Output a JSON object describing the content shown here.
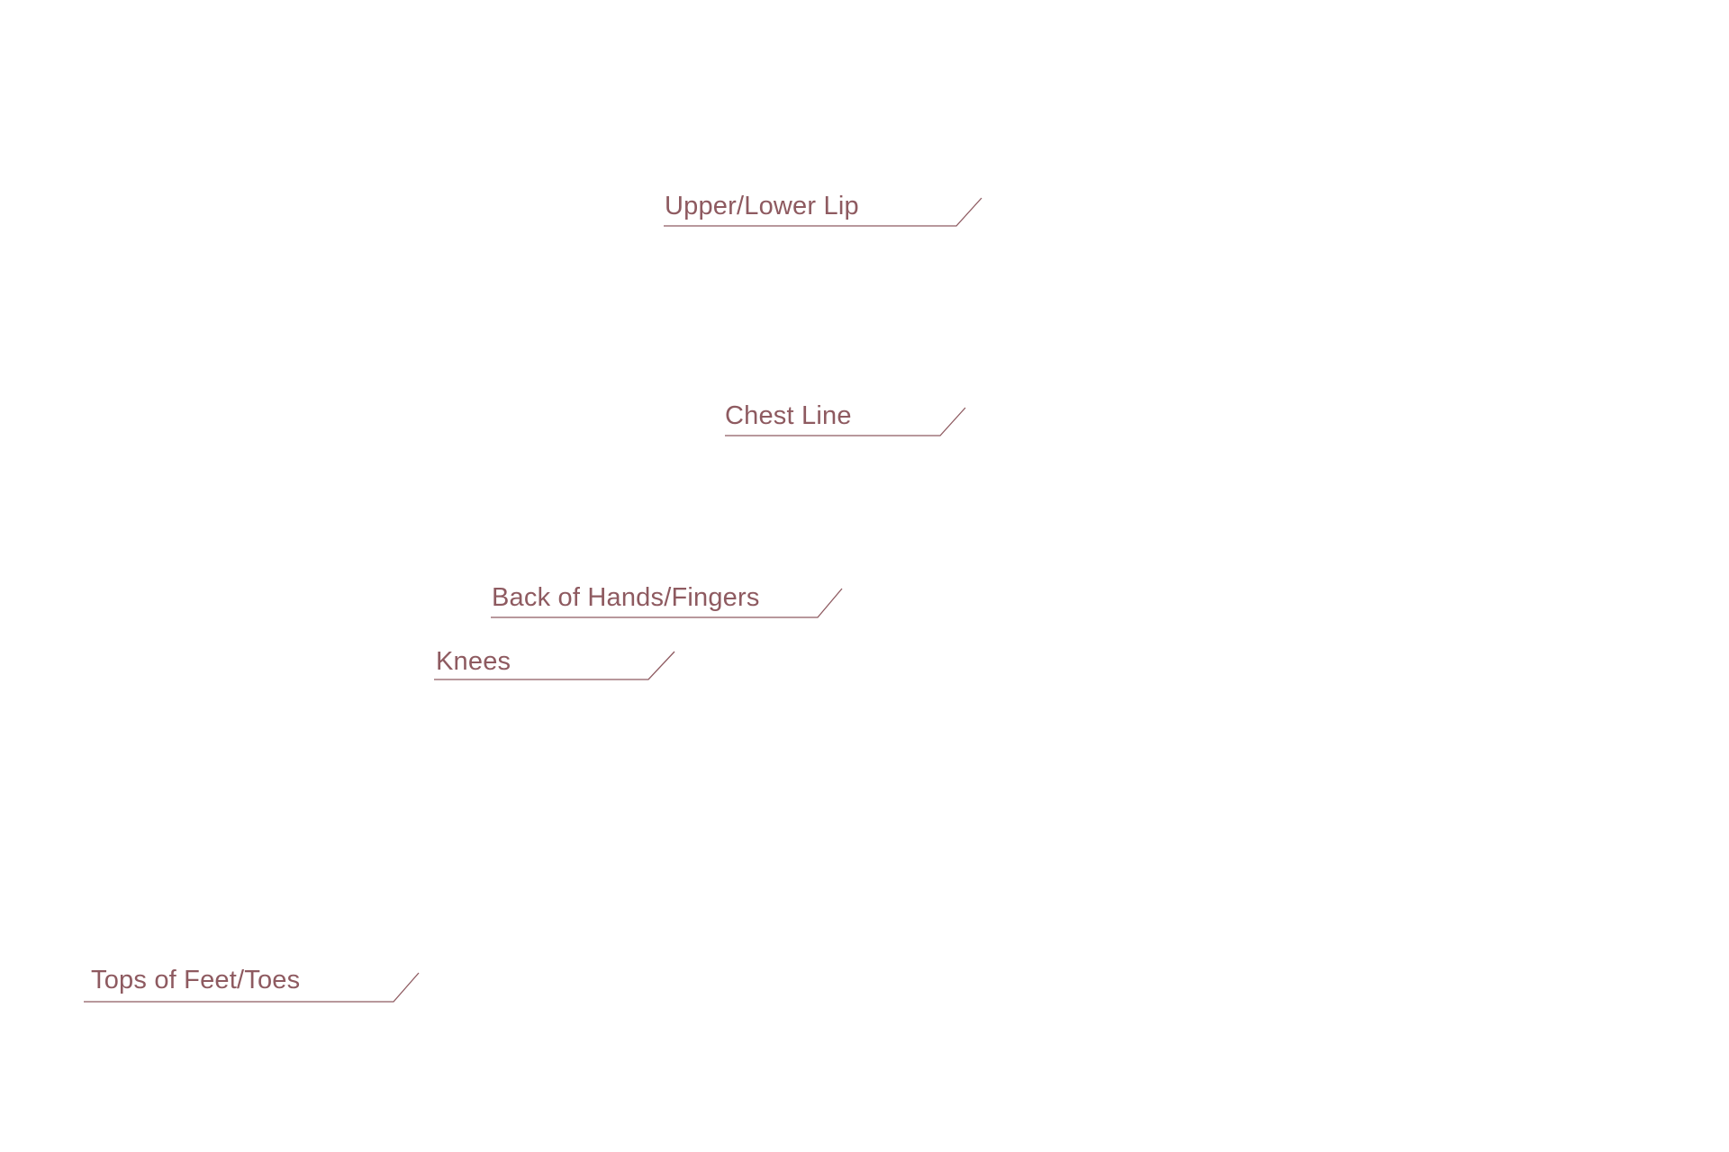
{
  "colors": {
    "background": "#ffffff",
    "label": "#8e5a60"
  },
  "labels": [
    {
      "id": "upper-lower-lip",
      "text": "Upper/Lower Lip"
    },
    {
      "id": "chest-line",
      "text": "Chest Line"
    },
    {
      "id": "back-of-hands-fingers",
      "text": "Back of Hands/Fingers"
    },
    {
      "id": "knees",
      "text": "Knees"
    },
    {
      "id": "tops-of-feet-toes",
      "text": "Tops of Feet/Toes"
    }
  ]
}
